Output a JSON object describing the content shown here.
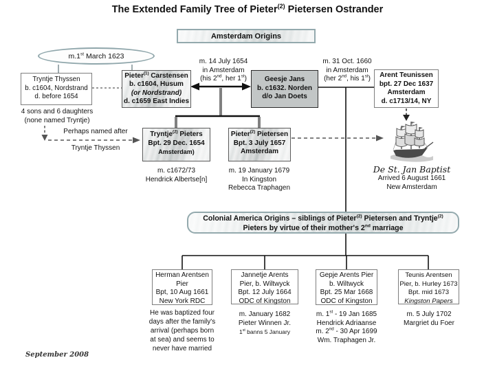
{
  "title": [
    "The Extended Family Tree of Pieter",
    {
      "sup": "(2)"
    },
    " Pietersen Ostrander"
  ],
  "banners": {
    "amsterdam": "Amsterdam  Origins",
    "colonial_l1": [
      "Colonial America  Origins – siblings of Pieter",
      {
        "sup": "(2)"
      },
      " Pietersen and Tryntje",
      {
        "sup": "(2)"
      }
    ],
    "colonial_l2": [
      "Pieters by virtue of their  mother's 2",
      {
        "sup": "nd"
      },
      " marriage"
    ]
  },
  "ellipse_label": [
    "m.1",
    {
      "sup": "st"
    },
    " March 1623"
  ],
  "people": {
    "tryntje_thyssen": {
      "l1": "Tryntje Thyssen",
      "l2": "b. c1604, Nordstrand",
      "l3": "d. before 1654"
    },
    "pieter1": {
      "l1": [
        "Pieter",
        {
          "sup": "(1)"
        },
        " Carstensen"
      ],
      "l2": "b. c1604, Husum",
      "l3": "(or Nordstrand)",
      "l4": "d. c1659 East Indies"
    },
    "geesje": {
      "l1": "Geesje Jans",
      "l2": "b. c1632. Norden",
      "l3": "d/o Jan Doets"
    },
    "arent": {
      "l1": "Arent Teunissen",
      "l2": "bpt. 27 Dec 1637",
      "l3": "Amsterdam",
      "l4": "d. c1713/14, NY"
    },
    "tryntje2": {
      "l1": [
        "Tryntje",
        {
          "sup": "(2)"
        },
        " Pieters"
      ],
      "l2": "Bpt. 29 Dec. 1654",
      "l3": "Amsterdam)"
    },
    "pieter2": {
      "l1": [
        "Pieter",
        {
          "sup": "(2)"
        },
        " Pietersen"
      ],
      "l2": "Bpt. 3 July 1657",
      "l3": "Amsterdam"
    },
    "herman": {
      "l1": "Herman Arentsen",
      "l2": "Pier",
      "l3": "Bpt, 10 Aug 1661",
      "l4": "New York RDC"
    },
    "jannetje": {
      "l1": "Jannetje Arents",
      "l2": "Pier, b. Wiltwyck",
      "l3": "Bpt. 12 July 1664",
      "l4": "ODC of Kingston"
    },
    "gepje": {
      "l1": "Gepje Arents Pier",
      "l2": "b. Wiltwyck",
      "l3": "Bpt. 25 Mar 1668",
      "l4": "ODC of Kingston"
    },
    "teunis": {
      "l1": "Teunis Arentsen",
      "l2": "Pier, b. Hurley 1673",
      "l3": "Bpt. mid 1673",
      "l4": "Kingston Papers"
    }
  },
  "notes": {
    "m1654": {
      "l1": "m. 14 July 1654",
      "l2": "in Amsterdam",
      "l3": [
        "(his 2",
        {
          "sup": "nd"
        },
        ", her 1",
        {
          "sup": "st"
        },
        ")"
      ]
    },
    "m1660": {
      "l1": "m. 31 Oct. 1660",
      "l2": "in Amsterdam",
      "l3": [
        "(her 2",
        {
          "sup": "nd"
        },
        ", his 1",
        {
          "sup": "st"
        },
        ")"
      ]
    },
    "four_sons": {
      "l1": "4 sons and 6 daughters",
      "l2": "(none named Tryntje)"
    },
    "perhaps": {
      "l1": "Perhaps named after",
      "l2": "Tryntje Thyssen"
    },
    "tryntje2_marriage": {
      "l1": "m. c1672/73",
      "l2": "Hendrick Albertse[n]"
    },
    "pieter2_marriage": {
      "l1": "m. 19 January 1679",
      "l2": "In Kingston",
      "l3": "Rebecca Traphagen"
    },
    "ship": {
      "name": "De St. Jan Baptist",
      "l1": "Arrived 6 August 1661",
      "l2": "New Amsterdam"
    },
    "herman_note": {
      "l1": "He was baptized four",
      "l2": "days after the family's",
      "l3": "arrival (perhaps born",
      "l4": "at sea) and seems to",
      "l5": "never have married"
    },
    "jannetje_marriage": {
      "l1": "m. January 1682",
      "l2": "Pieter Winnen Jr.",
      "l3": [
        "1",
        {
          "sup": "st"
        },
        " banns 5 January"
      ]
    },
    "gepje_marriage": {
      "l1": [
        "m. 1",
        {
          "sup": "st"
        },
        " - 19 Jan 1685"
      ],
      "l2": "Hendrick Adriaanse",
      "l3": [
        "m. 2",
        {
          "sup": "nd"
        },
        " - 30 Apr 1699"
      ],
      "l4": "Wm. Traphagen Jr."
    },
    "teunis_marriage": {
      "l1": "m. 5 July 1702",
      "l2": "Margriet du Foer"
    },
    "footer": "September 2008"
  },
  "colors": {
    "line_gray": "#808080",
    "line_black": "#111111",
    "accent_border": "#93a9ad",
    "gray_box_fill": "#c2c6c6"
  }
}
